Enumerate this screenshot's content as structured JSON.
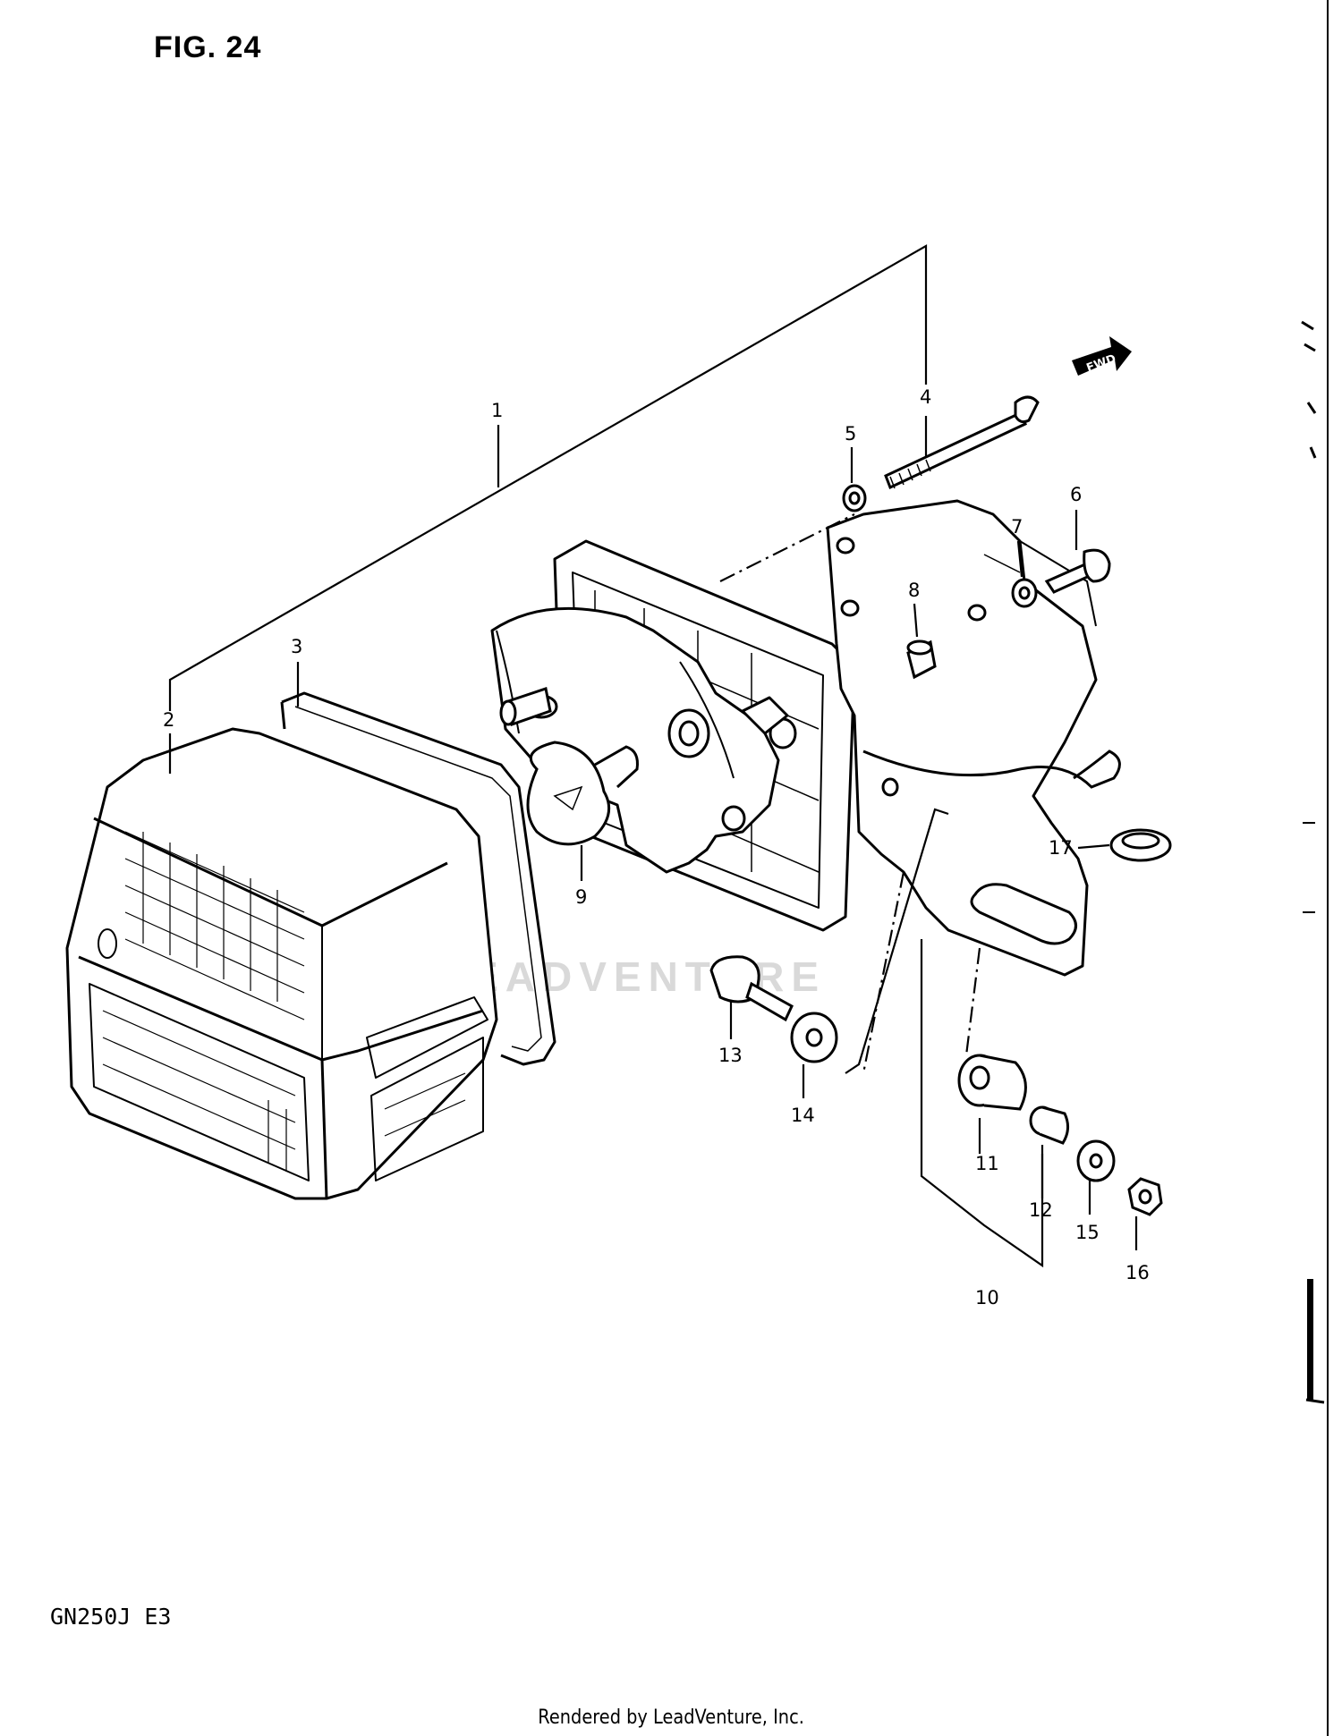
{
  "figure_title": "FIG. 24",
  "model_code": "GN250J  E3",
  "footer_text": "Rendered by LeadVenture, Inc.",
  "watermark_text": "LEADVENTURE",
  "direction_arrow_label": "FWD",
  "callouts": [
    "1",
    "2",
    "3",
    "4",
    "5",
    "6",
    "7",
    "8",
    "9",
    "10",
    "11",
    "12",
    "13",
    "14",
    "15",
    "16",
    "17"
  ]
}
